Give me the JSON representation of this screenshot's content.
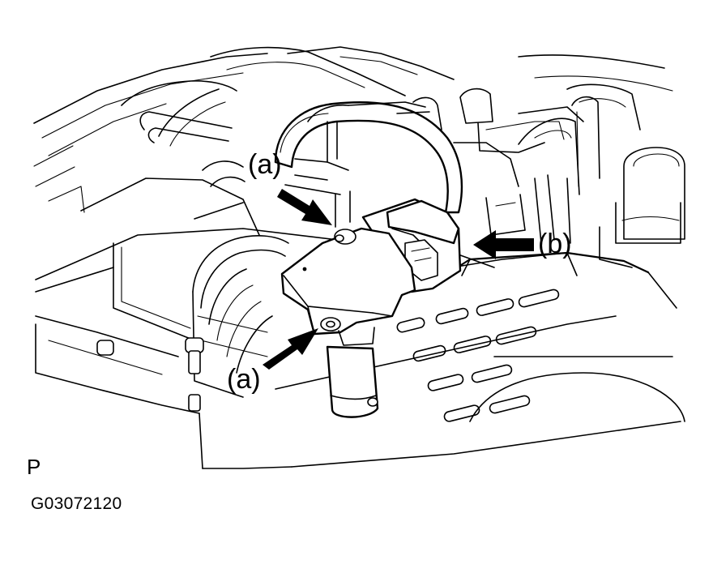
{
  "figure": {
    "callouts": [
      {
        "id": "a-top",
        "label": "(a)"
      },
      {
        "id": "a-bottom",
        "label": "(a)"
      },
      {
        "id": "b",
        "label": "(b)"
      }
    ],
    "view_code": "P",
    "figure_id": "G03072120",
    "colors": {
      "line": "#000000",
      "background": "#ffffff",
      "arrow": "#000000"
    }
  }
}
